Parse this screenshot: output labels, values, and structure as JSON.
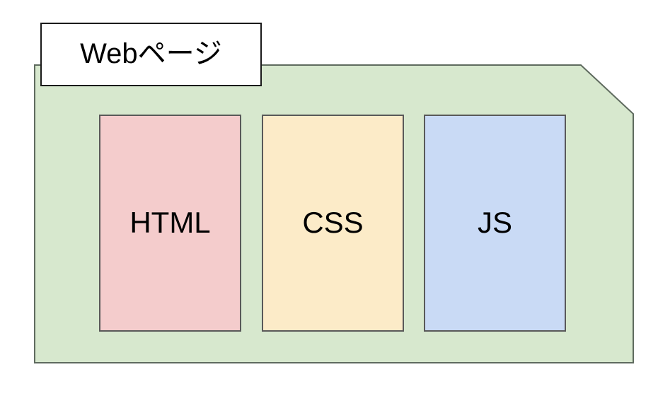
{
  "diagram": {
    "type": "nested-block-diagram",
    "background_color": "#ffffff",
    "container": {
      "label": "Webページ",
      "shape": "note-folded-corner",
      "fill_color": "#d7e8ce",
      "border_color": "#5f6b5f",
      "label_box": {
        "fill_color": "#ffffff",
        "border_color": "#1a1a1a"
      }
    },
    "children": [
      {
        "label": "HTML",
        "fill_color": "#f4cccc",
        "border_color": "#595959",
        "text_color": "#000000"
      },
      {
        "label": "CSS",
        "fill_color": "#fcebc8",
        "border_color": "#595959",
        "text_color": "#000000"
      },
      {
        "label": "JS",
        "fill_color": "#c9daf5",
        "border_color": "#595959",
        "text_color": "#000000"
      }
    ]
  }
}
